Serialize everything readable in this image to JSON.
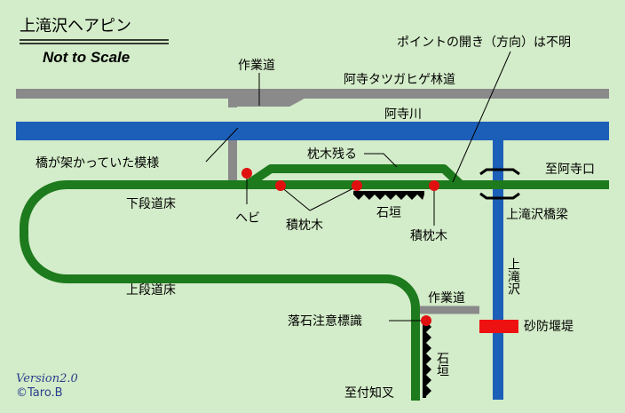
{
  "header": {
    "title": "上滝沢ヘアピン",
    "scale_note": "Not to Scale"
  },
  "footer": {
    "version": "Version2.0",
    "copyright": "©Taro.B"
  },
  "labels": {
    "work_road_top": "作業道",
    "forest_road": "阿寺タツガヒゲ林道",
    "river": "阿寺川",
    "bridge_pattern": "橋が架かっていた模様",
    "sleepers_remain": "枕木残る",
    "to_adera": "至阿寺口",
    "lower_roadbed": "下段道床",
    "kamitakizawa_bridge": "上滝沢橋梁",
    "hebi": "ヘビ",
    "stacked_sleepers_1": "積枕木",
    "stone_wall_top": "石垣",
    "stacked_sleepers_2": "積枕木",
    "upper_roadbed": "上段道床",
    "kamitakizawa_stream": "上滝沢",
    "work_road_bottom": "作業道",
    "rockfall_sign": "落石注意標識",
    "sabo_dam": "砂防堰堤",
    "stone_wall_bottom": "石垣",
    "to_tsukechi": "至付知叉",
    "point_unknown": "ポイントの開き（方向）は不明"
  },
  "colors": {
    "background": "#d3ecc9",
    "road": "#8a8a8a",
    "river": "#1c5fb8",
    "rail": "#1d7a1d",
    "marker": "#e01010",
    "dam": "#ee1111"
  }
}
